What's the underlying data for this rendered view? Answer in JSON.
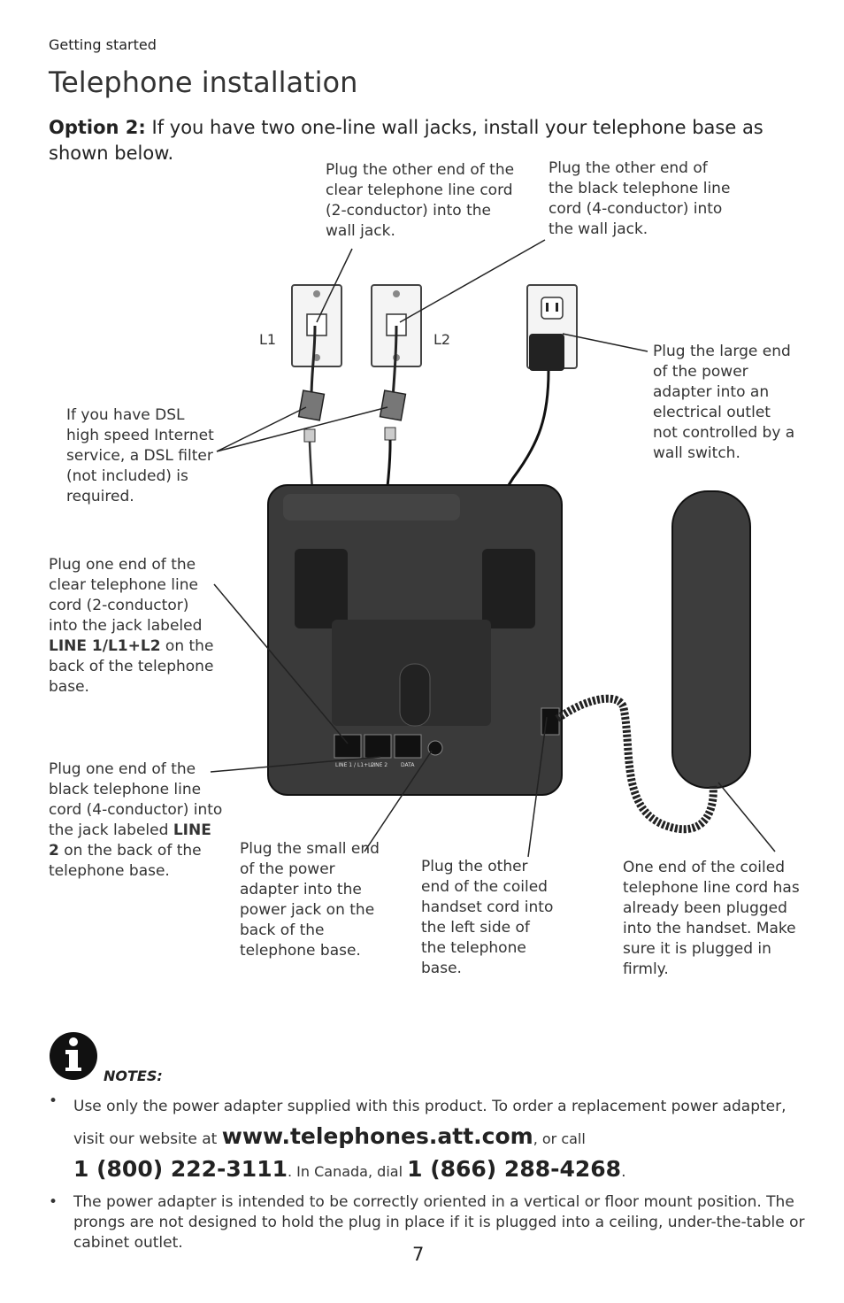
{
  "header": {
    "section": "Getting started",
    "title": "Telephone installation"
  },
  "intro": {
    "option_label": "Option 2:",
    "text": " If you have two one-line wall jacks, install your telephone base as shown below."
  },
  "jack_labels": {
    "l1": "L1",
    "l2": "L2"
  },
  "callouts": {
    "clear_wall": "Plug the other end of the clear telephone line cord (2-conductor) into the wall jack.",
    "black_wall": "Plug the other end of the black telephone line cord (4-conductor) into the wall jack.",
    "power_large": "Plug the large end of the power adapter into an electrical outlet not controlled by a wall switch.",
    "dsl": "If you have DSL high speed Internet service, a DSL filter (not included) is required.",
    "clear_base_pre": "Plug one end of the clear telephone line cord (2-conductor) into the jack labeled ",
    "clear_base_bold": "LINE 1/L1+L2",
    "clear_base_post": " on the back of the telephone base.",
    "black_base_pre": "Plug one end of the black telephone line cord (4-conductor) into the jack labeled ",
    "black_base_bold": "LINE 2",
    "black_base_post": " on the back of the telephone base.",
    "power_small": "Plug the small end of the power adapter into the power jack on the back of the telephone base.",
    "coiled_base": "Plug the other end of the coiled handset cord into the left side of the telephone base.",
    "coiled_handset": "One end of the coiled telephone line cord has already been plugged into the handset. Make sure it is plugged in firmly."
  },
  "base_jacks": [
    "LINE 1 / L1+L2",
    "LINE 2",
    "DATA"
  ],
  "notes": {
    "heading": "NOTES:",
    "b1_pre": "Use only the power adapter supplied with this product. To order a replacement power adapter, visit our website at ",
    "b1_url": "www.telephones.att.com",
    "b1_mid": ", or call",
    "b1_phone1": "1 (800) 222-3111",
    "b1_canada": ". In Canada, dial ",
    "b1_phone2": "1 (866) 288-4268",
    "b1_end": ".",
    "b2": "The power adapter is intended to be correctly oriented in a vertical or floor mount position. The prongs are not designed to hold the plug in place if it is plugged into a ceiling, under-the-table or cabinet outlet."
  },
  "page_number": "7",
  "icons": {
    "info": "info-icon"
  },
  "colors": {
    "device": "#3a3a3a",
    "plate": "#f4f4f4"
  }
}
